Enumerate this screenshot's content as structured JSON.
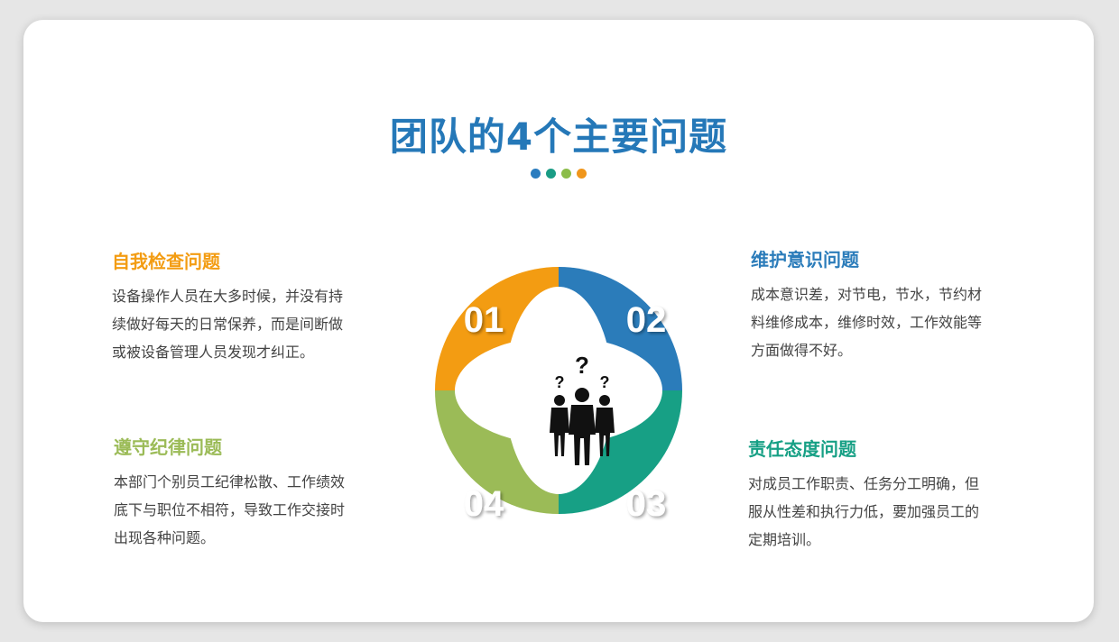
{
  "title": "团队的4个主要问题",
  "dots": [
    "#2a7cbf",
    "#1a9c85",
    "#8cbd4a",
    "#f0961b"
  ],
  "colors": {
    "orange": "#f39c12",
    "blue": "#2b7cba",
    "teal": "#17a085",
    "green": "#9bbb57"
  },
  "petals": [
    {
      "label": "01",
      "color": "#f39c12"
    },
    {
      "label": "02",
      "color": "#2b7cba"
    },
    {
      "label": "03",
      "color": "#17a085"
    },
    {
      "label": "04",
      "color": "#9bbb57"
    }
  ],
  "center_icon": "people-question-icon",
  "blocks": {
    "tl": {
      "heading": "自我检查问题",
      "lines": [
        "设备操作人员在大多时候，并没有持",
        "续做好每天的日常保养，而是间断做",
        "或被设备管理人员发现才纠正。"
      ]
    },
    "tr": {
      "heading": "维护意识问题",
      "lines": [
        "成本意识差，对节电，节水，节约材",
        "料维修成本，维修时效，工作效能等",
        "方面做得不好。"
      ]
    },
    "bl": {
      "heading": "遵守纪律问题",
      "lines": [
        "本部门个别员工纪律松散、工作绩效",
        "底下与职位不相符，导致工作交接时",
        "出现各种问题。"
      ]
    },
    "br": {
      "heading": "责任态度问题",
      "lines": [
        "对成员工作职责、任务分工明确，但",
        "服从性差和执行力低，要加强员工的",
        "定期培训。"
      ]
    }
  }
}
